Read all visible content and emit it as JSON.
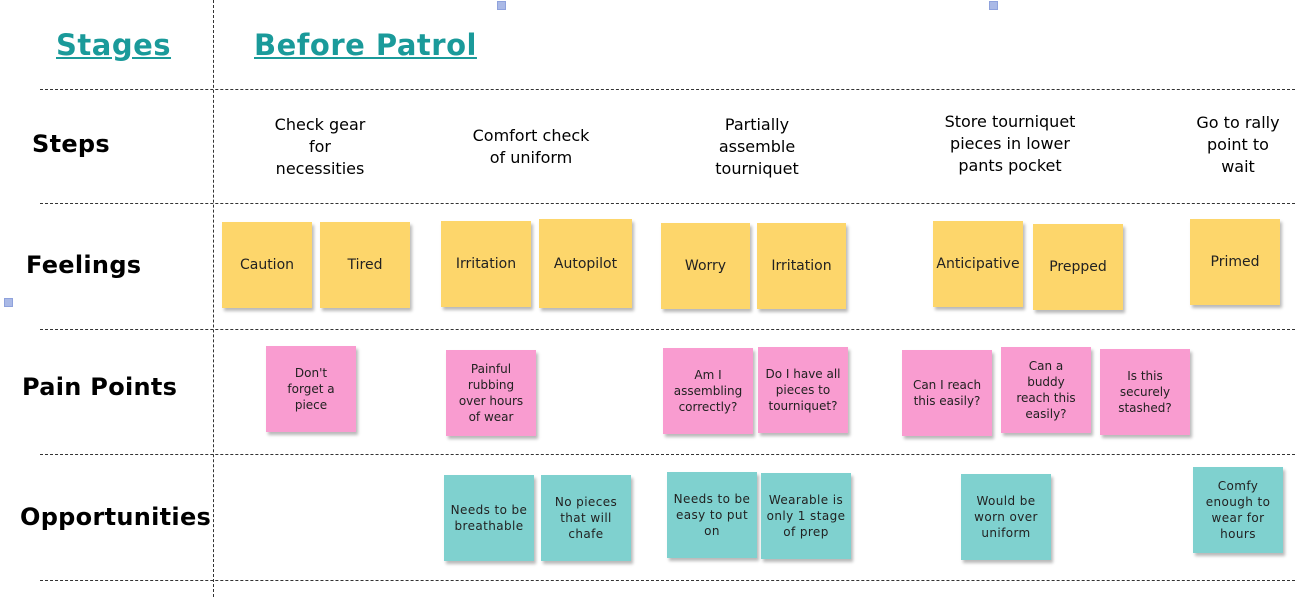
{
  "headers": {
    "stages": "Stages",
    "before_patrol": "Before Patrol"
  },
  "rows": {
    "steps": "Steps",
    "feelings": "Feelings",
    "pain_points": "Pain Points",
    "opportunities": "Opportunities"
  },
  "steps": [
    "Check gear\nfor\nnecessities",
    "Comfort check\nof uniform",
    "Partially\nassemble\ntourniquet",
    "Store tourniquet\npieces in lower\npants pocket",
    "Go to rally\npoint to\nwait"
  ],
  "feelings": [
    "Caution",
    "Tired",
    "Irritation",
    "Autopilot",
    "Worry",
    "Irritation",
    "Anticipative",
    "Prepped",
    "Primed"
  ],
  "pain_points": [
    "Don't\nforget a\npiece",
    "Painful\nrubbing\nover hours\nof wear",
    "Am I\nassembling\ncorrectly?",
    "Do I have all\npieces to\ntourniquet?",
    "Can I reach\nthis easily?",
    "Can a\nbuddy\nreach this\neasily?",
    "Is this\nsecurely\nstashed?"
  ],
  "opportunities": [
    "Needs to be\nbreathable",
    "No pieces\nthat will\nchafe",
    "Needs to be\neasy to put\non",
    "Wearable is\nonly 1 stage\nof prep",
    "Would be\nworn over\nuniform",
    "Comfy\nenough to\nwear for\nhours"
  ],
  "colors": {
    "header_teal": "#1a9a9a",
    "feeling_yellow": "#fdd66b",
    "pain_pink": "#f99cd0",
    "opportunity_teal": "#7fd1cf"
  }
}
